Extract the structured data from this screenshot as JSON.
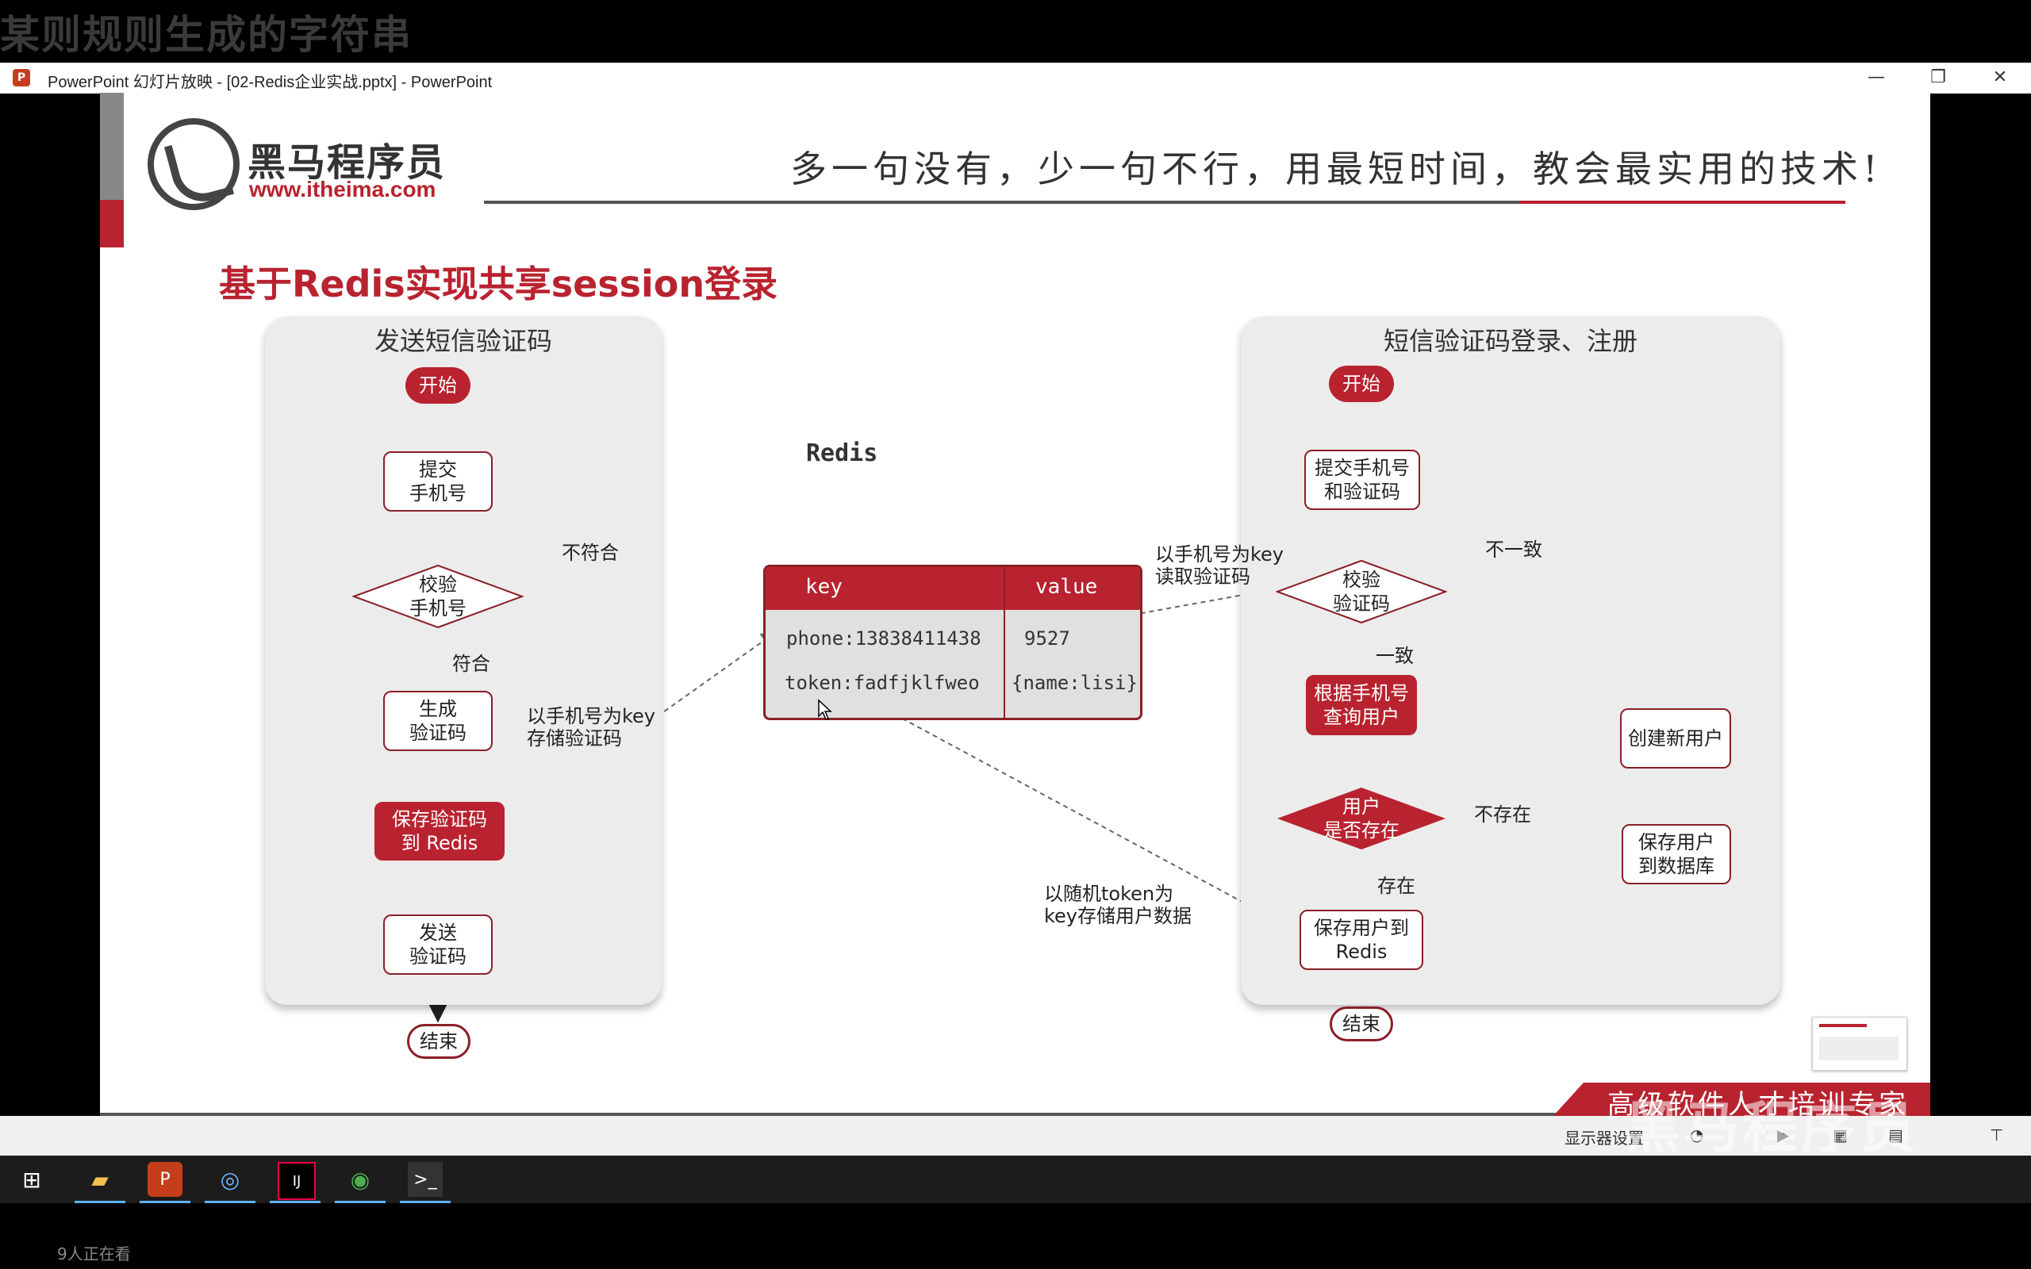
{
  "top_overlay": "某则规则生成的字符串",
  "window": {
    "title": "PowerPoint 幻灯片放映 - [02-Redis企业实战.pptx] - PowerPoint",
    "app_icon": "P",
    "controls": {
      "minimize": "—",
      "restore": "❐",
      "close": "✕"
    }
  },
  "slide": {
    "logo": {
      "name": "黑马程序员",
      "url": "www.itheima.com"
    },
    "slogan": "多一句没有，少一句不行，用最短时间，教会最实用的技术!",
    "title": "基于Redis实现共享session登录",
    "left_panel": {
      "title": "发送短信验证码",
      "nodes": {
        "start": "开始",
        "submit_phone": "提交\n手机号",
        "verify_phone": "校验\n手机号",
        "gen_code": "生成\n验证码",
        "save_code": "保存验证码\n到 Redis",
        "send_code": "发送\n验证码",
        "end": "结束"
      },
      "labels": {
        "not_match": "不符合",
        "match": "符合",
        "store_hint": "以手机号为key\n存储验证码"
      }
    },
    "redis": {
      "title": "Redis",
      "headers": {
        "key": "key",
        "value": "value"
      },
      "rows": [
        {
          "key": "phone:13838411438",
          "value": "9527"
        },
        {
          "key": "token:fadfjklfweo",
          "value": "{name:lisi}"
        }
      ]
    },
    "right_panel": {
      "title": "短信验证码登录、注册",
      "nodes": {
        "start": "开始",
        "submit": "提交手机号\n和验证码",
        "verify": "校验\n验证码",
        "query_user": "根据手机号\n查询用户",
        "user_exists": "用户\n是否存在",
        "create_user": "创建新用户",
        "save_db": "保存用户\n到数据库",
        "save_redis": "保存用户到\nRedis",
        "end": "结束"
      },
      "labels": {
        "read_hint": "以手机号为key\n读取验证码",
        "inconsistent": "不一致",
        "consistent": "一致",
        "not_exist": "不存在",
        "exist": "存在",
        "token_hint": "以随机token为\nkey存储用户数据"
      }
    },
    "footer": "高级软件人才培训专家"
  },
  "statusbar": {
    "display_settings": "显示器设置"
  },
  "watermark": "黑马程序员",
  "viewers": "9人正在看",
  "colors": {
    "brand_red": "#b8232f",
    "dark_red": "#8a1f27",
    "panel_bg": "#ececec"
  }
}
